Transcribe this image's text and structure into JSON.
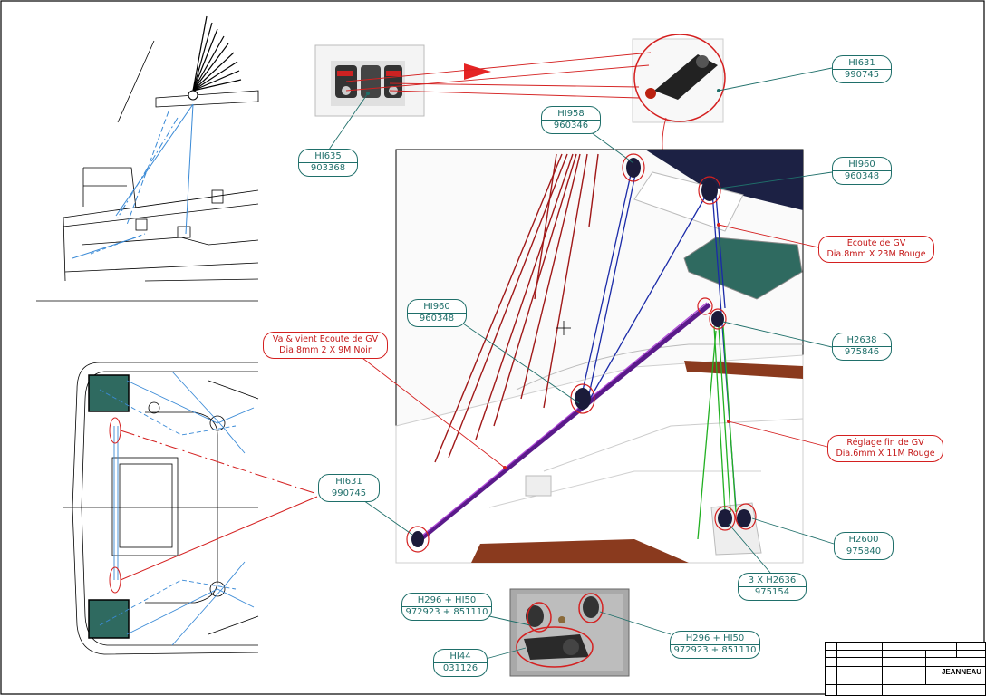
{
  "callouts": {
    "hi631_top": {
      "ref": "HI631",
      "code": "990745"
    },
    "hi958": {
      "ref": "HI958",
      "code": "960346"
    },
    "hi960_top": {
      "ref": "HI960",
      "code": "960348"
    },
    "hi635": {
      "ref": "HI635",
      "code": "903368"
    },
    "hi960_mid": {
      "ref": "HI960",
      "code": "960348"
    },
    "h2638": {
      "ref": "H2638",
      "code": "975846"
    },
    "hi631_bottom": {
      "ref": "HI631",
      "code": "990745"
    },
    "h2600": {
      "ref": "H2600",
      "code": "975840"
    },
    "h2636": {
      "ref": "3 X H2636",
      "code": "975154"
    },
    "h296_left": {
      "ref": "H296 + HI50",
      "code": "972923 + 851110"
    },
    "h296_right": {
      "ref": "H296 + HI50",
      "code": "972923 + 851110"
    },
    "hi44": {
      "ref": "HI44",
      "code": "031126"
    }
  },
  "red_callouts": {
    "ecoute": {
      "line1": "Ecoute de GV",
      "line2": "Dia.8mm X 23M Rouge"
    },
    "va_vient": {
      "line1": "Va & vient Ecoute de GV",
      "line2": "Dia.8mm 2 X 9M Noir"
    },
    "reglage": {
      "line1": "Réglage fin de GV",
      "line2": "Dia.6mm X 11M Rouge"
    }
  },
  "colors": {
    "callout_teal": "#1f6f6a",
    "leader_red": "#d42020",
    "line_blue": "#1a2aa8",
    "line_green": "#22b022",
    "sheet_red": "#a01818",
    "purple_traveller": "#5a1a8a",
    "hatch_green": "#2f6a60",
    "wood": "#8a3a1e"
  },
  "title_block": {
    "brand": "JEANNEAU"
  }
}
